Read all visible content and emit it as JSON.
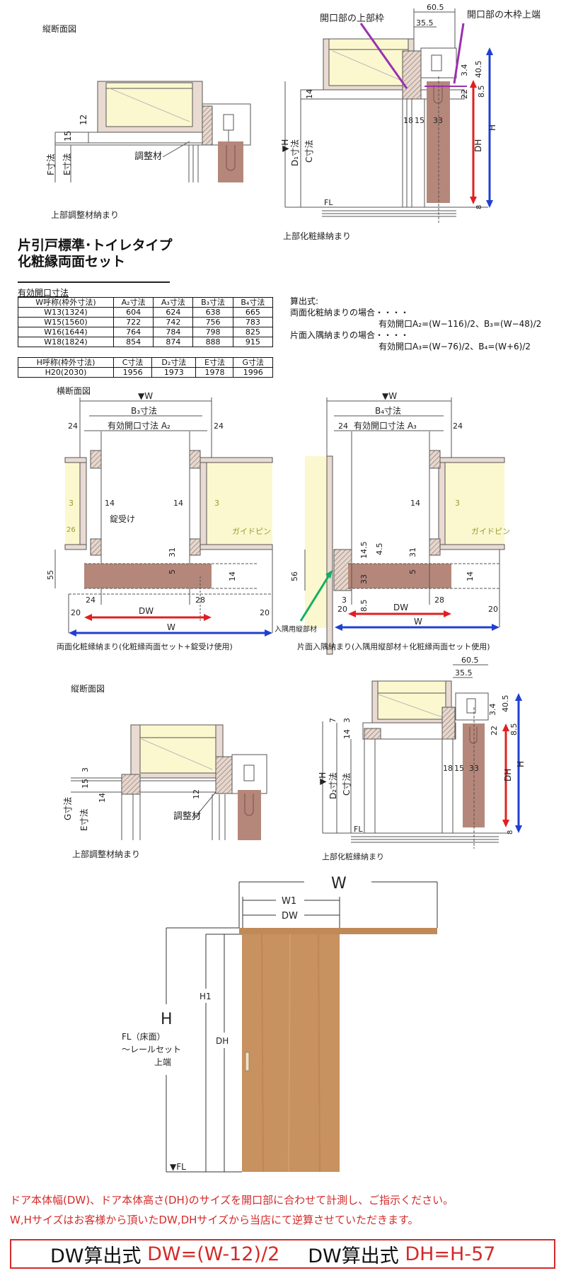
{
  "colors": {
    "red": "#e02020",
    "blue": "#2040d0",
    "purple": "#9a30b0",
    "green": "#10b060",
    "door": "#c89160",
    "wood": "#b5877a",
    "glass": "#fbf8cf"
  },
  "top_section": {
    "title": "縦断面図",
    "left_caption": "上部調整材納まり",
    "right_caption": "上部化粧縁納まり",
    "callout_upper_frame": "開口部の上部枠",
    "callout_wood_frame_top": "開口部の木枠上端",
    "left_labels": [
      "12",
      "15",
      "F寸法",
      "E寸法",
      "調整材"
    ],
    "right_labels": [
      "60.5",
      "35.5",
      "40.5",
      "3.4",
      "22",
      "8.5",
      "H",
      "DH",
      "8",
      "▼H",
      "D₁寸法",
      "C寸法",
      "14",
      "18",
      "15",
      "33",
      "FL"
    ]
  },
  "heading": {
    "line1": "片引戸標準･トイレタイプ",
    "line2": "化粧縁両面セット"
  },
  "opening_table": {
    "caption": "有効開口寸法",
    "headers": [
      "W呼称(枠外寸法)",
      "A₂寸法",
      "A₃寸法",
      "B₃寸法",
      "B₄寸法"
    ],
    "rows": [
      [
        "W13(1324)",
        "604",
        "624",
        "638",
        "665"
      ],
      [
        "W15(1560)",
        "722",
        "742",
        "756",
        "783"
      ],
      [
        "W16(1644)",
        "764",
        "784",
        "798",
        "825"
      ],
      [
        "W18(1824)",
        "854",
        "874",
        "888",
        "915"
      ]
    ]
  },
  "height_table": {
    "headers": [
      "H呼称(枠外寸法)",
      "C寸法",
      "D₂寸法",
      "E寸法",
      "G寸法"
    ],
    "rows": [
      [
        "H20(2030)",
        "1956",
        "1973",
        "1978",
        "1996"
      ]
    ]
  },
  "formulas": {
    "title": "算出式:",
    "case1": "両面化粧納まりの場合・・・・",
    "case1_formula": "有効開口A₂=(W−116)/2、B₃=(W−48)/2",
    "case2": "片面入隅納まりの場合・・・・",
    "case2_formula": "有効開口A₃=(W−76)/2、B₄=(W+6)/2"
  },
  "horizontal_section": {
    "title": "横断面図",
    "left_caption": "両面化粧縁納まり(化粧縁両面セット+錠受け使用)",
    "right_caption": "片面入隅納まり(入隅用縦部材＋化粧縁両面セット使用)",
    "left_labels": [
      "▼W",
      "B₃寸法",
      "有効開口寸法 A₂",
      "24",
      "24",
      "3",
      "14",
      "14",
      "3",
      "錠受け",
      "26",
      "ガイドピン",
      "31",
      "5",
      "14",
      "55",
      "24",
      "28",
      "20",
      "20",
      "DW",
      "W"
    ],
    "right_labels": [
      "▼W",
      "B₄寸法",
      "24",
      "有効開口寸法 A₃",
      "24",
      "14",
      "3",
      "ガイドピン",
      "14.5",
      "4.5",
      "31",
      "5",
      "14",
      "56",
      "33",
      "3",
      "8.5",
      "28",
      "20",
      "20",
      "DW",
      "W",
      "入隅用縦部材"
    ]
  },
  "lower_section": {
    "title": "縦断面図",
    "left_caption": "上部調整材納まり",
    "right_caption": "上部化粧縁納まり",
    "left_labels": [
      "3",
      "15",
      "14",
      "12",
      "G寸法",
      "E寸法",
      "調整材"
    ],
    "right_labels": [
      "60.5",
      "35.5",
      "7",
      "3",
      "14",
      "40.5",
      "3.4",
      "22",
      "8.5",
      "H",
      "DH",
      "8",
      "▼H",
      "D₂寸法",
      "C寸法",
      "18",
      "15",
      "33",
      "FL"
    ]
  },
  "door_elevation": {
    "labels": [
      "W",
      "W1",
      "DW",
      "H",
      "FL（床面）",
      "～レールセット",
      "上端",
      "H1",
      "DH",
      "▼FL"
    ]
  },
  "notes": {
    "line1": "ドア本体幅(DW)、ドア本体高さ(DH)のサイズを開口部に合わせて計測し、ご指示ください。",
    "line2": "W,Hサイズはお客様から頂いたDW,DHサイズから当店にて逆算させていただきます。"
  },
  "calc": {
    "label1": "DW算出式",
    "formula1": "DW=(W-12)/2",
    "label2": "DW算出式",
    "formula2": "DH=H-57"
  }
}
